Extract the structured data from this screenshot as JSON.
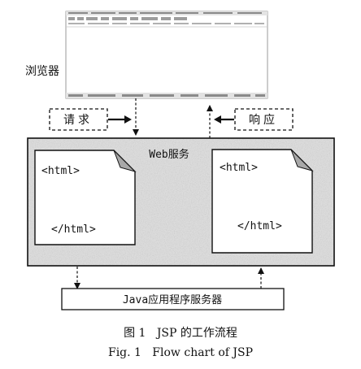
{
  "browser": {
    "label": "浏览器"
  },
  "request": {
    "label": "请求"
  },
  "response": {
    "label": "响应"
  },
  "web_service": {
    "title": "Web服务",
    "left_page": {
      "open_tag": "<html>",
      "close_tag": "</html>"
    },
    "right_page": {
      "open_tag": "<html>",
      "close_tag": "</html>"
    }
  },
  "app_server": {
    "label": "Java应用程序服务器"
  },
  "caption": {
    "zh": "图 1   JSP 的工作流程",
    "en": "Fig. 1   Flow chart of JSP"
  },
  "colors": {
    "ink": "#111111",
    "panel_fill": "#d9d9d9",
    "fold_fill": "#a8a8a8",
    "window_frame": "#eeeeee"
  }
}
